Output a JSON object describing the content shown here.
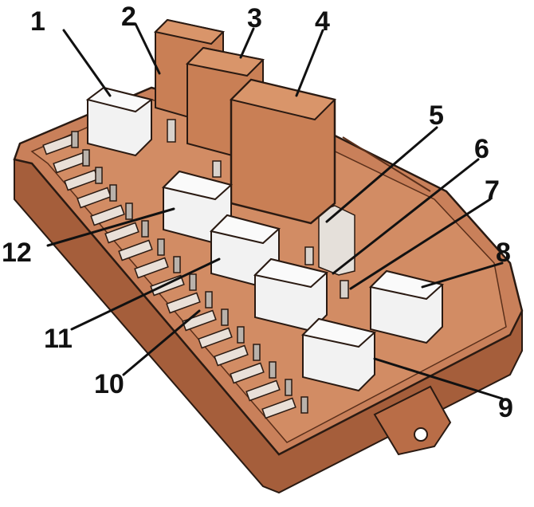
{
  "diagram": {
    "colors": {
      "housing": "#c9805a",
      "housing_dark": "#8a4a2c",
      "relay_body": "#c97f55",
      "relay_top": "#d9956a",
      "white_relay": "#f2f2f2",
      "outline": "#2a1a12"
    },
    "callouts": [
      {
        "id": "1",
        "label": "1"
      },
      {
        "id": "2",
        "label": "2"
      },
      {
        "id": "3",
        "label": "3"
      },
      {
        "id": "4",
        "label": "4"
      },
      {
        "id": "5",
        "label": "5"
      },
      {
        "id": "6",
        "label": "6"
      },
      {
        "id": "7",
        "label": "7"
      },
      {
        "id": "8",
        "label": "8"
      },
      {
        "id": "9",
        "label": "9"
      },
      {
        "id": "10",
        "label": "10"
      },
      {
        "id": "11",
        "label": "11"
      },
      {
        "id": "12",
        "label": "12"
      }
    ]
  }
}
